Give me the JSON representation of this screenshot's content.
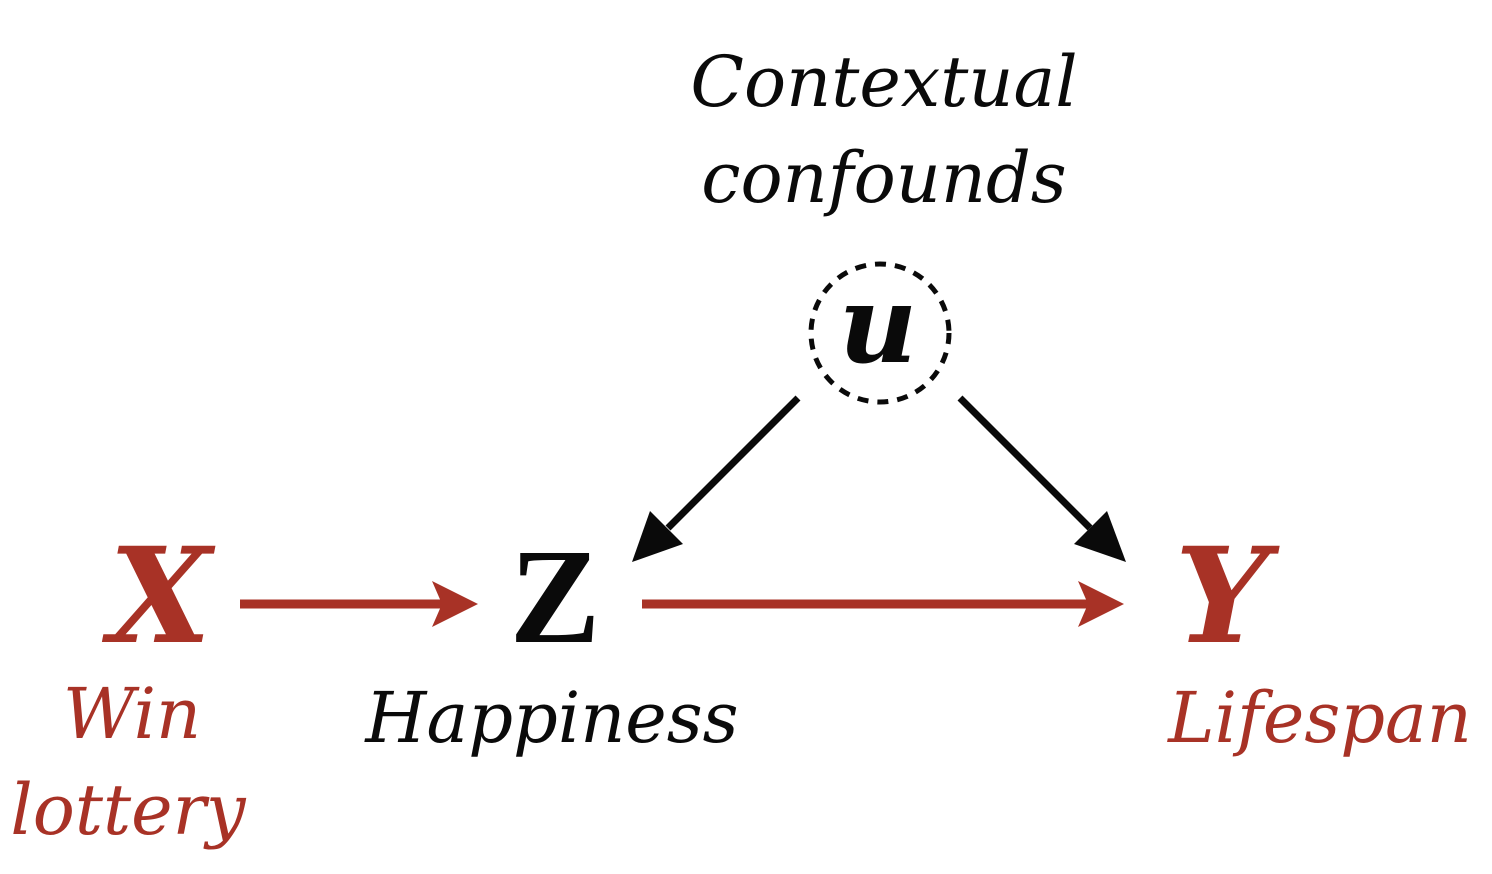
{
  "colors": {
    "accent": "#a83226",
    "ink": "#0a0a0a",
    "background": "#ffffff"
  },
  "nodes": {
    "x": {
      "symbol": "X",
      "label_line1": "Win",
      "label_line2": "lottery"
    },
    "z": {
      "symbol": "Z",
      "label": "Happiness"
    },
    "y": {
      "symbol": "Y",
      "label": "Lifespan"
    },
    "u": {
      "symbol": "u",
      "label_line1": "Contextual",
      "label_line2": "confounds",
      "observed": false
    }
  },
  "edges": [
    {
      "from": "X",
      "to": "Z",
      "color": "#a83226"
    },
    {
      "from": "Z",
      "to": "Y",
      "color": "#a83226"
    },
    {
      "from": "u",
      "to": "Z",
      "color": "#0a0a0a"
    },
    {
      "from": "u",
      "to": "Y",
      "color": "#0a0a0a"
    }
  ]
}
